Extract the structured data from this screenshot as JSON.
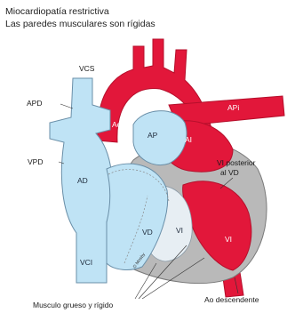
{
  "title_line1": "Miocardiopatía restrictiva",
  "title_line2": "Las paredes musculares son rígidas",
  "labels": {
    "vcs": "VCS",
    "apd": "APD",
    "vpd": "VPD",
    "ad": "AD",
    "vci": "VCI",
    "ao": "Ao",
    "ap": "AP",
    "api": "APi",
    "ai": "AI",
    "vd": "VD",
    "vi_center": "VI",
    "vi_right": "VI",
    "vi_posterior_line1": "VI posterior",
    "vi_posterior_line2": "al VD",
    "ao_descendente": "Ao descendente",
    "musculo": "Musculo  grueso y rígido",
    "copyright": "© Mosby"
  },
  "colors": {
    "red": "#e2173a",
    "red_dark": "#b50f2b",
    "blue": "#bfe3f5",
    "blue_stroke": "#6a8fa8",
    "gray_wall": "#b9b9b9",
    "pink_inner": "#f4dde2"
  }
}
